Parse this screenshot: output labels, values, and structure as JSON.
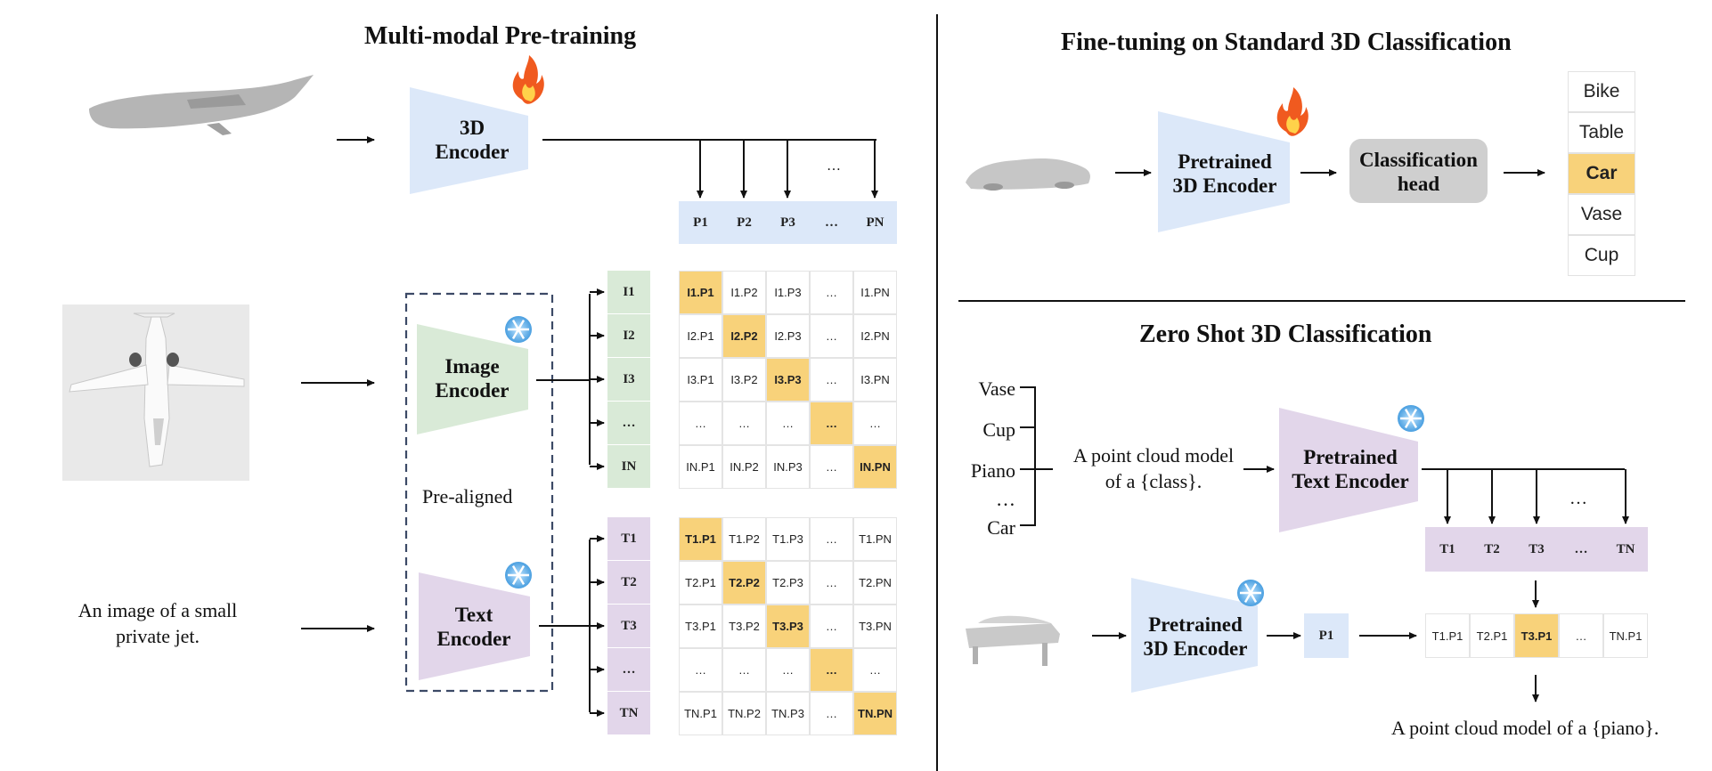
{
  "titles": {
    "pretraining": "Multi-modal Pre-training",
    "finetune": "Fine-tuning on Standard 3D Classification",
    "zeroshot": "Zero Shot 3D Classification"
  },
  "encoders": {
    "pre_3d": "3D\nEncoder",
    "image": "Image\nEncoder",
    "text": "Text\nEncoder",
    "ft_3d": "Pretrained\n3D Encoder",
    "zs_text": "Pretrained\nText Encoder",
    "zs_3d": "Pretrained\n3D Encoder"
  },
  "classification_head": "Classification\nhead",
  "pre_aligned": "Pre-aligned",
  "image_caption": "An image of a small\nprivate jet.",
  "ellipsis": "…",
  "p_tokens": [
    "P1",
    "P2",
    "P3",
    "…",
    "PN"
  ],
  "i_tokens": [
    "I1",
    "I2",
    "I3",
    "…",
    "IN"
  ],
  "t_tokens": [
    "T1",
    "T2",
    "T3",
    "…",
    "TN"
  ],
  "image_matrix": [
    [
      "I1.P1",
      "I1.P2",
      "I1.P3",
      "…",
      "I1.PN"
    ],
    [
      "I2.P1",
      "I2.P2",
      "I2.P3",
      "…",
      "I2.PN"
    ],
    [
      "I3.P1",
      "I3.P2",
      "I3.P3",
      "…",
      "I3.PN"
    ],
    [
      "…",
      "…",
      "…",
      "…",
      "…"
    ],
    [
      "IN.P1",
      "IN.P2",
      "IN.P3",
      "…",
      "IN.PN"
    ]
  ],
  "text_matrix": [
    [
      "T1.P1",
      "T1.P2",
      "T1.P3",
      "…",
      "T1.PN"
    ],
    [
      "T2.P1",
      "T2.P2",
      "T2.P3",
      "…",
      "T2.PN"
    ],
    [
      "T3.P1",
      "T3.P2",
      "T3.P3",
      "…",
      "T3.PN"
    ],
    [
      "…",
      "…",
      "…",
      "…",
      "…"
    ],
    [
      "TN.P1",
      "TN.P2",
      "TN.P3",
      "…",
      "TN.PN"
    ]
  ],
  "class_list": [
    "Bike",
    "Table",
    "Car",
    "Vase",
    "Cup"
  ],
  "class_highlight": "Car",
  "zs_classes": [
    "Vase",
    "Cup",
    "Piano",
    "…",
    "Car"
  ],
  "prompt_template": "A point cloud model\nof a {class}.",
  "zs_t_tokens": [
    "T1",
    "T2",
    "T3",
    "…",
    "TN"
  ],
  "zs_p_token": "P1",
  "zs_scores": [
    "T1.P1",
    "T2.P1",
    "T3.P1",
    "…",
    "TN.P1"
  ],
  "zs_highlight_index": 2,
  "zs_result": "A point cloud model of a {piano}.",
  "colors": {
    "blue": "#dce8f9",
    "green": "#d9ead7",
    "purple": "#e2d6ea",
    "highlight": "#f8d27a",
    "head": "#cfcfcf",
    "dash": "#3c4a66"
  },
  "icons": {
    "fire": "fire-icon",
    "frozen": "snowflake-icon"
  }
}
